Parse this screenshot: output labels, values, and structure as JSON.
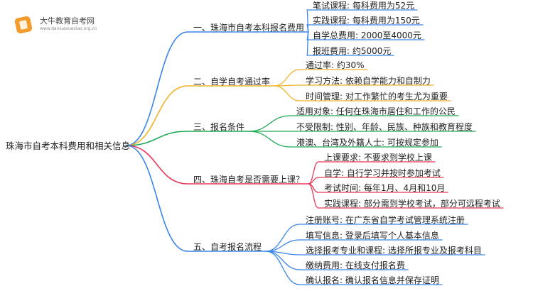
{
  "logo": {
    "title": "大牛教育自考网",
    "url": "www.daniuexuexiao.org.cn"
  },
  "root": "珠海市自考本科费用和相关信息",
  "branches": [
    {
      "label": "一、珠海市自考本科报名费用",
      "color": "#3b86e8",
      "children": [
        "笔试课程: 每科费用为52元",
        "实践课程: 每科费用为150元",
        "自学总费用: 2000至4000元",
        "报班费用: 约5000元"
      ]
    },
    {
      "label": "二、自学自考通过率",
      "color": "#f2b22a",
      "children": [
        "通过率: 约30%",
        "学习方法: 依赖自学能力和自制力",
        "时间管理: 对工作繁忙的考生尤为重要"
      ]
    },
    {
      "label": "三、报名条件",
      "color": "#1faa55",
      "children": [
        "适用对象: 任何在珠海市居住和工作的公民",
        "不受限制: 性别、年龄、民族、种族和教育程度",
        "港澳、台湾及外籍人士: 可按规定参加"
      ]
    },
    {
      "label": "四、珠海自考是否需要上课？",
      "color": "#e8375a",
      "children": [
        "上课要求: 不要求到学校上课",
        "自学: 自行学习并按时参加考试",
        "考试时间: 每年1月、4月和10月",
        "实践课程: 部分需到学校考试，部分可远程考试"
      ]
    },
    {
      "label": "五、自考报名流程",
      "color": "#3b86e8",
      "children": [
        "注册账号: 在广东省自学考试管理系统注册",
        "填写信息: 登录后填写个人基本信息",
        "选择报考专业和课程: 选择所报专业及报考科目",
        "缴纳费用: 在线支付报名费",
        "确认报名: 确认报名信息并保存证明"
      ]
    }
  ]
}
